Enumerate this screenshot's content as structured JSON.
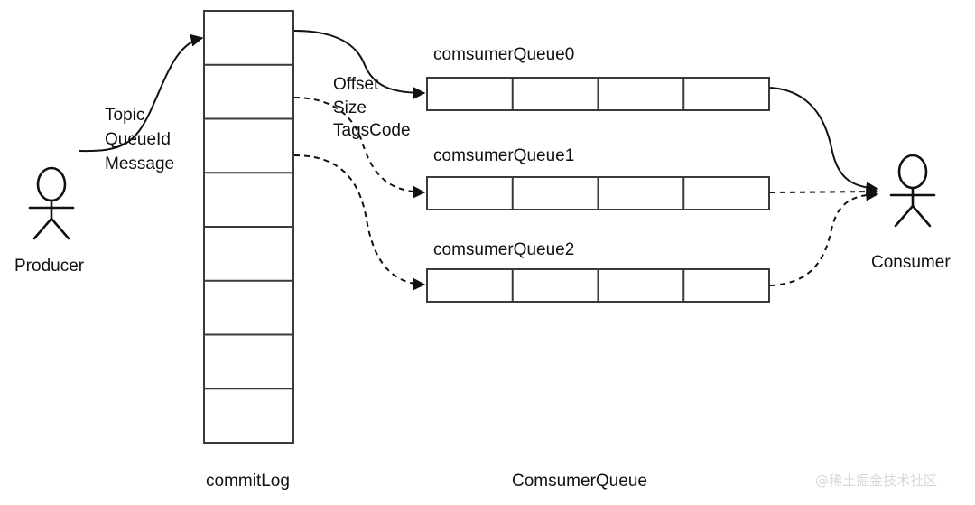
{
  "diagram": {
    "title": "RocketMQ commitLog to ComsumerQueue dispatch diagram",
    "background_color": "#ffffff",
    "stroke_color": "#111111",
    "box_stroke_color": "#3a3a3a"
  },
  "actors": {
    "producer": {
      "label": "Producer",
      "icon": "stick-figure-icon"
    },
    "consumer": {
      "label": "Consumer",
      "icon": "stick-figure-icon"
    }
  },
  "producer_message_fields": [
    {
      "label": "Topic"
    },
    {
      "label": "QueueId"
    },
    {
      "label": "Message"
    }
  ],
  "index_fields": [
    {
      "label": "Offset"
    },
    {
      "label": "Size"
    },
    {
      "label": "TagsCode"
    }
  ],
  "commit_log": {
    "bottom_label": "commitLog",
    "cell_count": 8,
    "cells": [
      {
        "index": 0
      },
      {
        "index": 1
      },
      {
        "index": 2
      },
      {
        "index": 3
      },
      {
        "index": 4
      },
      {
        "index": 5
      },
      {
        "index": 6
      },
      {
        "index": 7
      }
    ]
  },
  "consumer_queue_group": {
    "bottom_label": "ComsumerQueue",
    "queues": [
      {
        "label": "comsumerQueue0",
        "cell_count": 4,
        "inbound_line_style": "solid",
        "outbound_line_style": "solid"
      },
      {
        "label": "comsumerQueue1",
        "cell_count": 4,
        "inbound_line_style": "dashed",
        "outbound_line_style": "dashed"
      },
      {
        "label": "comsumerQueue2",
        "cell_count": 4,
        "inbound_line_style": "dashed",
        "outbound_line_style": "dashed"
      }
    ]
  },
  "watermark": {
    "text": "@稀土掘金技术社区",
    "color": "#d8d8d8"
  }
}
